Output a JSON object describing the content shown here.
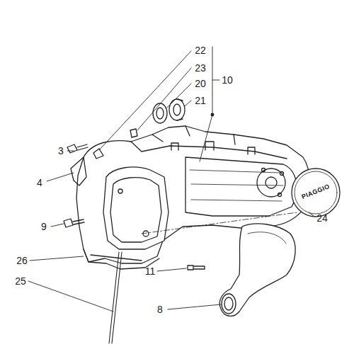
{
  "diagram": {
    "labels": [
      "22",
      "23",
      "20",
      "21",
      "10",
      "3",
      "4",
      "9",
      "26",
      "25",
      "11",
      "8",
      "24",
      "PIAGGIO"
    ]
  }
}
